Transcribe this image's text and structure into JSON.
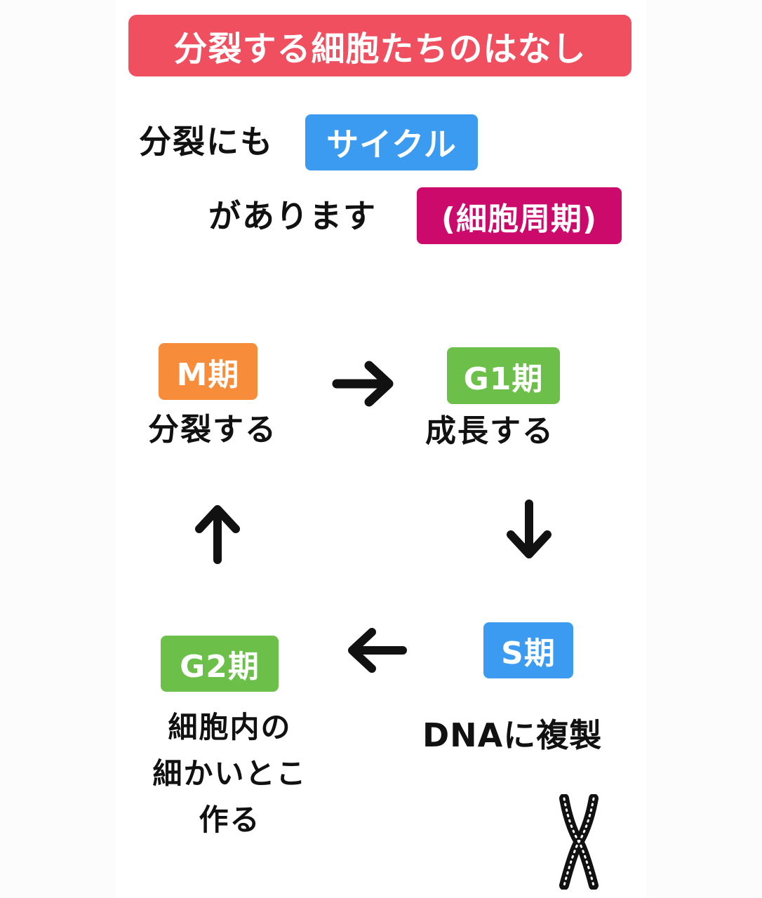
{
  "title": {
    "text": "分裂する細胞たちのはなし",
    "color": "#ef4f5e"
  },
  "intro": {
    "line1_text": "分裂にも",
    "cycle_badge": "サイクル",
    "cycle_color": "#3a9bf0",
    "line2_text": "があります",
    "cell_cycle_badge": "(細胞周期)",
    "cell_cycle_color": "#cc0a6c"
  },
  "phases": {
    "m": {
      "badge": "M期",
      "description": "分裂する",
      "color": "#f78c3b"
    },
    "g1": {
      "badge": "G1期",
      "description": "成長する",
      "color": "#6cc04a"
    },
    "s": {
      "badge": "S期",
      "description": "DNAに複製",
      "color": "#3a9bf0"
    },
    "g2": {
      "badge": "G2期",
      "description_lines": [
        "細胞内の",
        "細かいとこ",
        "作る"
      ],
      "color": "#6cc04a"
    }
  },
  "icons": {
    "arrow_m_to_g1": "arrow-right-icon",
    "arrow_g1_to_s": "arrow-down-icon",
    "arrow_s_to_g2": "arrow-left-icon",
    "arrow_g2_to_m": "arrow-up-icon",
    "chromosome": "chromosome-icon"
  }
}
